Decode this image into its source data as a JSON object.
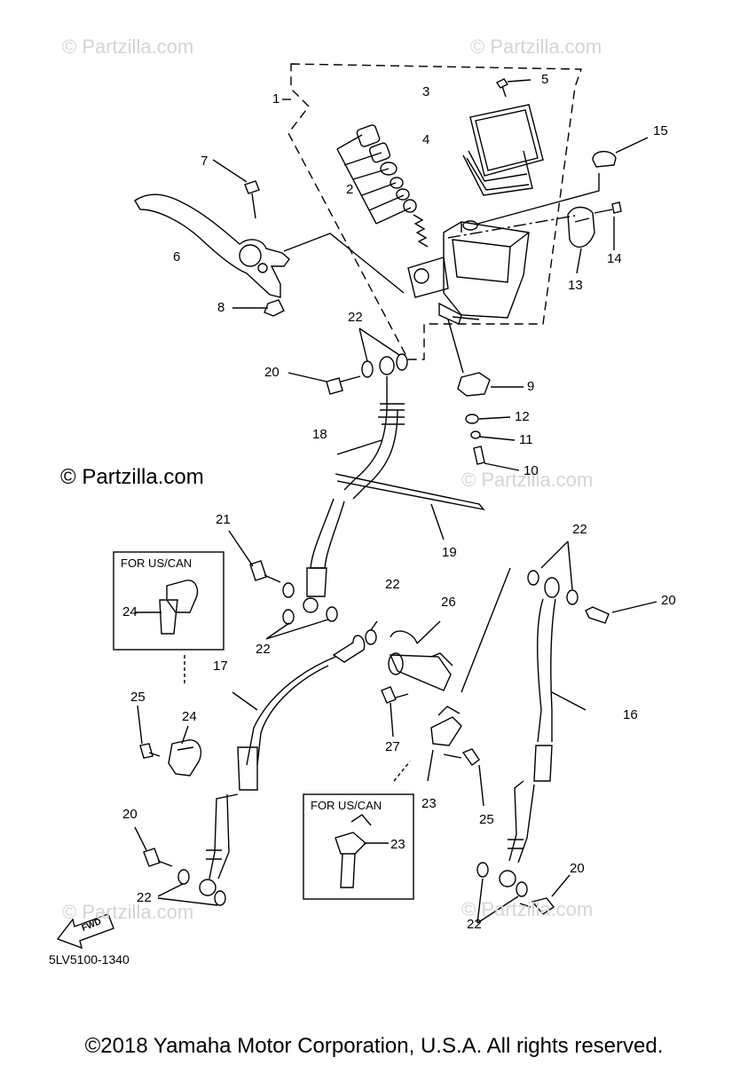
{
  "watermarks": [
    "© Partzilla.com",
    "© Partzilla.com",
    "© Partzilla.com",
    "© Partzilla.com",
    "© Partzilla.com"
  ],
  "main_watermark": "© Partzilla.com",
  "boxes": [
    {
      "title": "FOR US/CAN",
      "part": "24"
    },
    {
      "title": "FOR US/CAN",
      "part": "23"
    }
  ],
  "callouts": [
    "1",
    "2",
    "3",
    "4",
    "5",
    "6",
    "7",
    "8",
    "9",
    "10",
    "11",
    "12",
    "13",
    "14",
    "15",
    "16",
    "17",
    "18",
    "19",
    "20",
    "20",
    "20",
    "20",
    "21",
    "22",
    "22",
    "22",
    "22",
    "22",
    "22",
    "22",
    "23",
    "24",
    "25",
    "25",
    "26",
    "27"
  ],
  "fwd_label": "FWD",
  "diagram_code": "5LV5100-1340",
  "copyright": "©2018 Yamaha Motor Corporation, U.S.A. All rights reserved."
}
